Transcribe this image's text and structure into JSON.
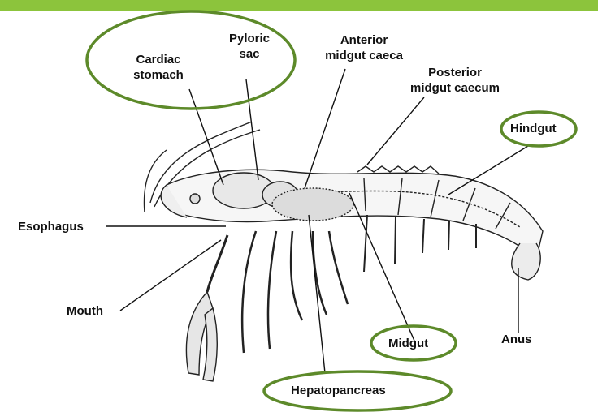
{
  "colors": {
    "banner": "#8cc43c",
    "highlight_ellipse": "#5d8a2a",
    "ink": "#111111"
  },
  "highlighted_labels": [
    "Cardiac stomach",
    "Pyloric sac",
    "Hindgut",
    "Midgut",
    "Hepatopancreas"
  ],
  "labels": {
    "cardiac_stomach": "Cardiac\nstomach",
    "pyloric_sac": "Pyloric\nsac",
    "anterior_midgut_caeca": "Anterior\nmidgut caeca",
    "posterior_midgut_caecum": "Posterior\nmidgut caecum",
    "hindgut": "Hindgut",
    "esophagus": "Esophagus",
    "mouth": "Mouth",
    "midgut": "Midgut",
    "anus": "Anus",
    "hepatopancreas": "Hepatopancreas"
  }
}
